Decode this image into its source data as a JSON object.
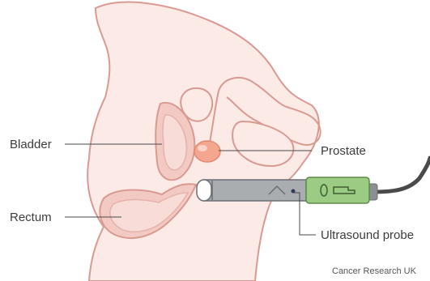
{
  "labels": {
    "bladder": "Bladder",
    "rectum": "Rectum",
    "prostate": "Prostate",
    "ultrasound_probe": "Ultrasound probe"
  },
  "credit": "Cancer Research UK",
  "colors": {
    "skin_fill": "#fbeae6",
    "skin_stroke": "#d99a92",
    "organ_fill": "#f2c9c3",
    "organ_inner": "#f7dcd8",
    "prostate": "#f5a68f",
    "probe_metal": "#a9adb0",
    "probe_handle": "#9ccb84",
    "cable": "#4a4a4a",
    "leader_line": "#4a4a4a"
  }
}
